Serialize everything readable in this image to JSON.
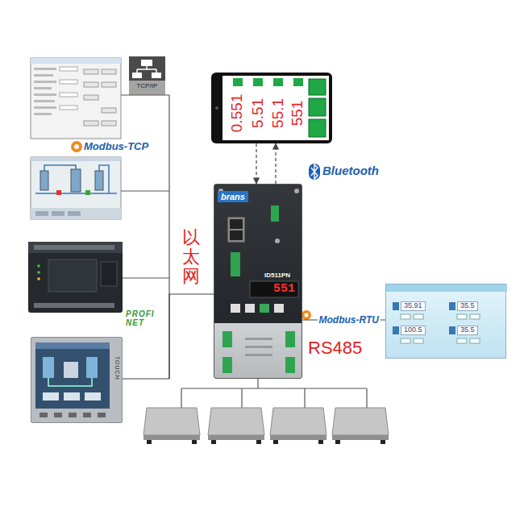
{
  "diagram": {
    "nodes": [
      {
        "text": [
          "0.551",
          "5.51",
          "55.1",
          "551"
        ]
      },
      {
        "text": [
          "brans",
          "ID511PN",
          "551"
        ]
      },
      {
        "text": [
          "TOUCH"
        ]
      },
      {
        "text": [
          "35.91",
          "35.5",
          "100.5",
          "35.5"
        ]
      }
    ],
    "edges": [
      {
        "from": 0,
        "to": 1,
        "arrow": "to"
      },
      {
        "from": 1,
        "to": 0,
        "arrow": "to"
      },
      {
        "from": 1,
        "to": 3,
        "label": "Modbus-RTU",
        "arrow": "none"
      },
      {
        "from": 1,
        "to": 2,
        "arrow": "none"
      }
    ],
    "labels": [
      "TCP/IP",
      "Modbus-TCP",
      "Bluetooth",
      "以太网",
      "PROFI NET",
      "RS485"
    ]
  }
}
